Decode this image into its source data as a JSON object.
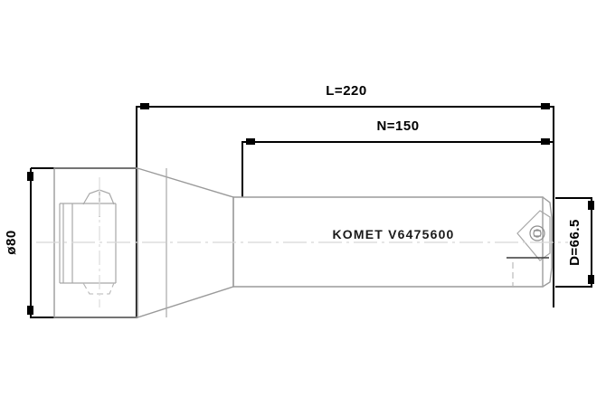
{
  "drawing": {
    "title": "KOMET V6475600 boring tool technical drawing",
    "part_label": "KOMET  V6475600",
    "dimensions": {
      "overall_length": "L=220",
      "projection_length": "N=150",
      "shank_diameter": "ø80",
      "cutting_diameter": "D=66.5"
    },
    "colors": {
      "outline": "#9a9a9a",
      "dimension": "#000000",
      "centerline": "#d8d8d8",
      "background": "#ffffff",
      "text": "#1a1a1a"
    },
    "view": {
      "type": "side-elevation",
      "features": [
        "modular-coupling-shank",
        "tapered-transition",
        "cylindrical-body",
        "indexable-insert-pocket",
        "clamping-screw"
      ]
    }
  }
}
